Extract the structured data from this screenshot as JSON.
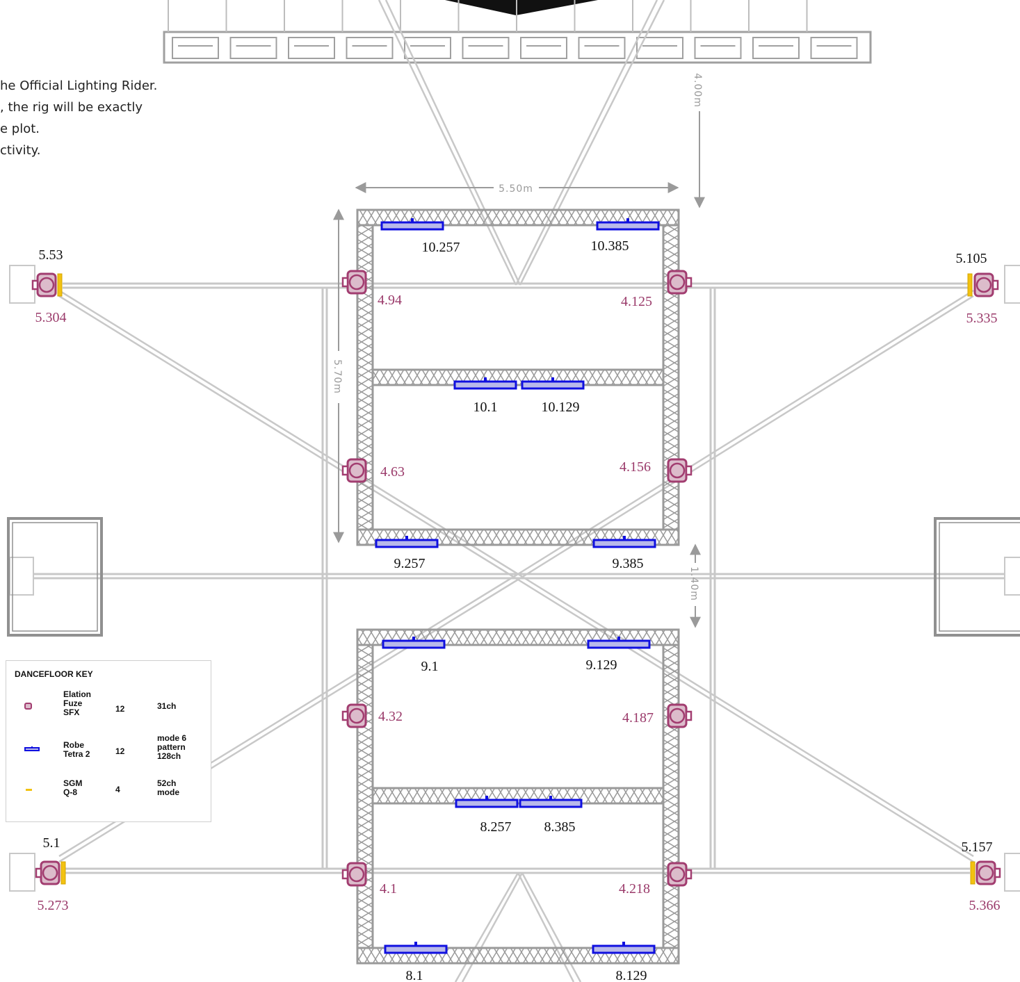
{
  "notes": {
    "line1": "he Official Lighting Rider.",
    "line2": ", the rig will be exactly",
    "line3": "e plot.",
    "line4": "ctivity."
  },
  "dimensions": {
    "width_top": "5.50m",
    "height_top": "5.70m",
    "trim_height": "4.00m",
    "gap": "1.40m"
  },
  "fixture_labels": {
    "tetra": [
      "10.257",
      "10.385",
      "10.1",
      "10.129",
      "9.257",
      "9.385",
      "9.1",
      "9.129",
      "8.257",
      "8.385",
      "8.1",
      "8.129"
    ],
    "fuze_inner": [
      "4.94",
      "4.125",
      "4.63",
      "4.156",
      "4.32",
      "4.187",
      "4.1",
      "4.218"
    ],
    "fuze_outer": [
      "5.53",
      "5.105",
      "5.1",
      "5.157"
    ],
    "sgm": [
      "5.304",
      "5.335",
      "5.273",
      "5.366"
    ]
  },
  "key": {
    "title": "DANCEFLOOR KEY",
    "rows": [
      {
        "name": "Elation\nFuze\nSFX",
        "qty": "12",
        "mode": "31ch",
        "symbol": "fuze-icon"
      },
      {
        "name": "Robe\nTetra 2",
        "qty": "12",
        "mode": "mode 6\npattern\n128ch",
        "symbol": "tetra-icon"
      },
      {
        "name": "SGM\nQ-8",
        "qty": "4",
        "mode": "52ch\nmode",
        "symbol": "sgm-icon"
      }
    ]
  },
  "colors": {
    "truss": "#9a9a9a",
    "pipe": "#c8c8c8",
    "tetra": "#1010e0",
    "tetra_fill": "#b9b9ea",
    "fuze": "#a23d70",
    "fuze_fill": "#dcbccb",
    "sgm": "#f2c211",
    "label_black": "#111111",
    "label_purple": "#9a3a6a",
    "dimension": "#9a9a9a"
  }
}
